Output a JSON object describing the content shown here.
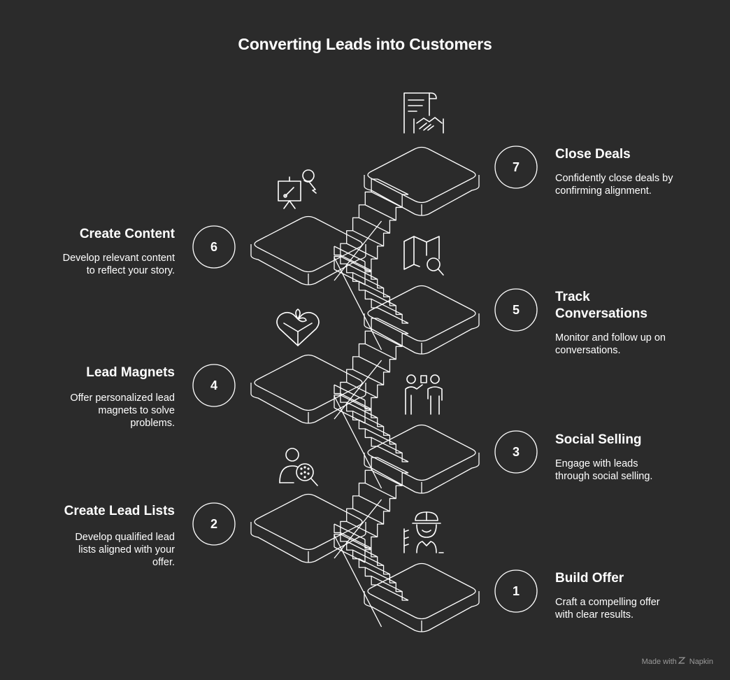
{
  "title": "Converting Leads into Customers",
  "steps": [
    {
      "number": "1",
      "title": "Build Offer",
      "desc": "Craft a compelling offer\nwith clear results.",
      "icon": "builder-icon"
    },
    {
      "number": "2",
      "title": "Create Lead Lists",
      "desc": "Develop qualified lead\nlists aligned with your\noffer.",
      "icon": "person-search-icon"
    },
    {
      "number": "3",
      "title": "Social Selling",
      "desc": "Engage with leads\nthrough social selling.",
      "icon": "presenter-icon"
    },
    {
      "number": "4",
      "title": "Lead Magnets",
      "desc": "Offer personalized lead\nmagnets to solve\nproblems.",
      "icon": "gift-heart-icon"
    },
    {
      "number": "5",
      "title": "Track\nConversations",
      "desc": "Monitor and follow up on\nconversations.",
      "icon": "map-search-icon"
    },
    {
      "number": "6",
      "title": "Create Content",
      "desc": "Develop relevant content\nto reflect your story.",
      "icon": "easel-creator-icon"
    },
    {
      "number": "7",
      "title": "Close Deals",
      "desc": "Confidently close deals by\nconfirming alignment.",
      "icon": "contract-handshake-icon"
    }
  ],
  "footer": {
    "made_with": "Made with",
    "brand": "Napkin"
  },
  "colors": {
    "background": "#2b2b2b",
    "line": "#ffffff",
    "text": "#ffffff",
    "muted": "#9a9a9a"
  }
}
